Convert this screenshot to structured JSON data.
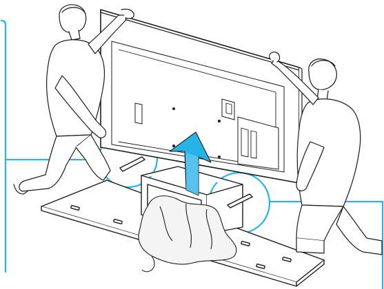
{
  "figure": {
    "alt": "",
    "colors": {
      "line": "#1a1a1a",
      "fill": "#ffffff",
      "tv_back": "#ffffff",
      "callout": "#27b3e6",
      "arrow": "#27b3e6",
      "cloth": "#f2f2f2"
    },
    "elements": [
      "instruction-illustration",
      "tv-set",
      "tv-stand-base",
      "person-left",
      "person-right",
      "lift-arrow",
      "callout-left",
      "callout-right",
      "protective-cloth"
    ]
  }
}
